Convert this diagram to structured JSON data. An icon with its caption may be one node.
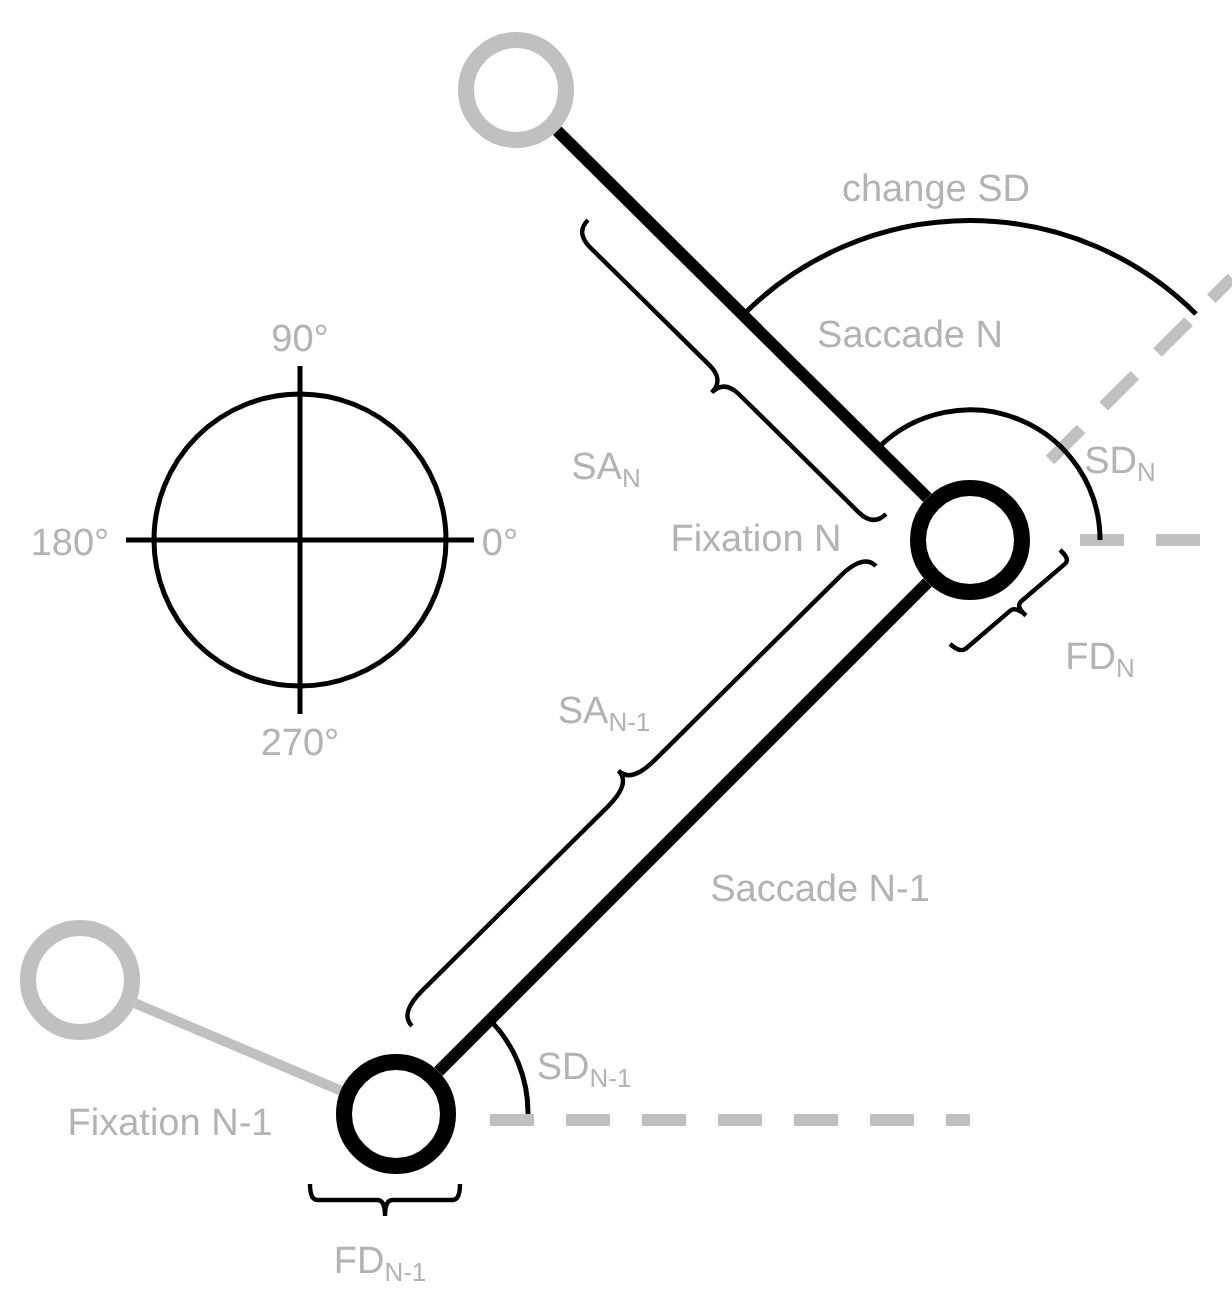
{
  "diagram": {
    "nodes": [
      {
        "text": [],
        "shape": "circle"
      },
      {
        "text": [
          "Fixation N"
        ],
        "beside": [
          "FD$_{N}$"
        ]
      },
      {
        "text": [],
        "shape": "circle"
      },
      {
        "text": [
          "Fixation N-1"
        ],
        "beside": [
          "FD$_{N-1}$"
        ]
      }
    ],
    "edges": [
      {
        "from": 2,
        "to": 3,
        "arrow": "none",
        "color": "#c0c0c0"
      },
      {
        "from": 3,
        "to": 1,
        "arrow": "none",
        "label": "Saccade N-1"
      },
      {
        "from": 1,
        "to": 0,
        "arrow": "none",
        "label": "Saccade N"
      }
    ],
    "labels": [
      "change SD",
      "90°",
      "SA$_{N}$",
      "SD$_{N}$",
      "180°",
      "0°",
      "270°",
      "SA$_{N-1}$",
      "SD$_{N-1}$"
    ]
  }
}
